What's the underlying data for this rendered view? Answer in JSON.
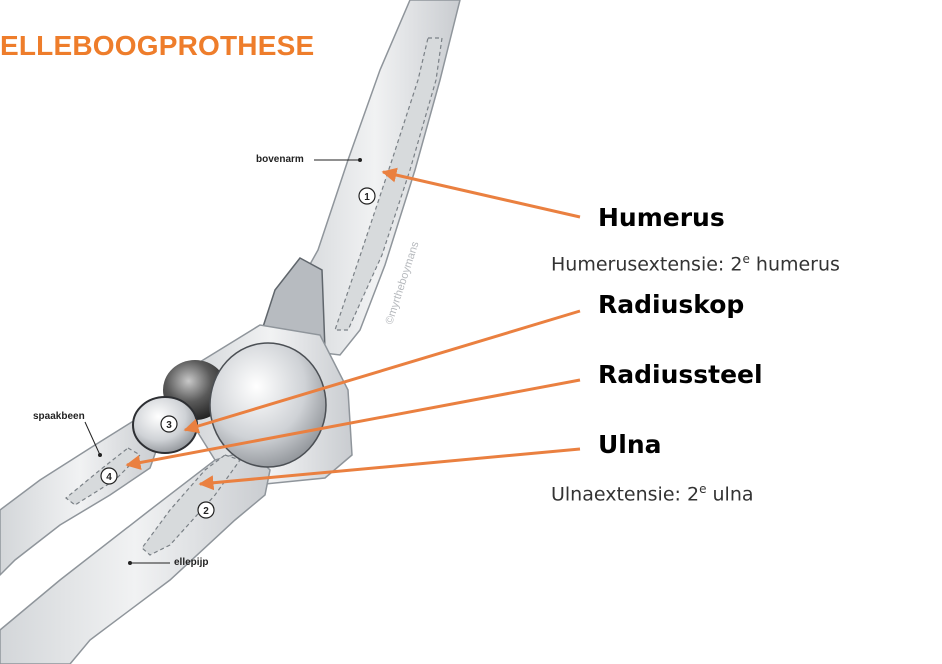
{
  "title": "ELLEBOOGPROTHESE",
  "labels": {
    "humerus": "Humerus",
    "humerus_ext_prefix": "Humerusextensie: 2",
    "humerus_ext_sup": "e",
    "humerus_ext_suffix": " humerus",
    "radiuskop": "Radiuskop",
    "radiussteel": "Radiussteel",
    "ulna": "Ulna",
    "ulna_ext_prefix": "Ulnaextensie: 2",
    "ulna_ext_sup": "e",
    "ulna_ext_suffix": " ulna"
  },
  "illustration": {
    "bovenarm": "bovenarm",
    "spaakbeen": "spaakbeen",
    "ellepijp": "ellepijp",
    "watermark": "©myrtheboymans",
    "markers": [
      "1",
      "2",
      "3",
      "4"
    ]
  },
  "colors": {
    "accent": "#EE7D2B",
    "arrow": "#EA8040"
  }
}
